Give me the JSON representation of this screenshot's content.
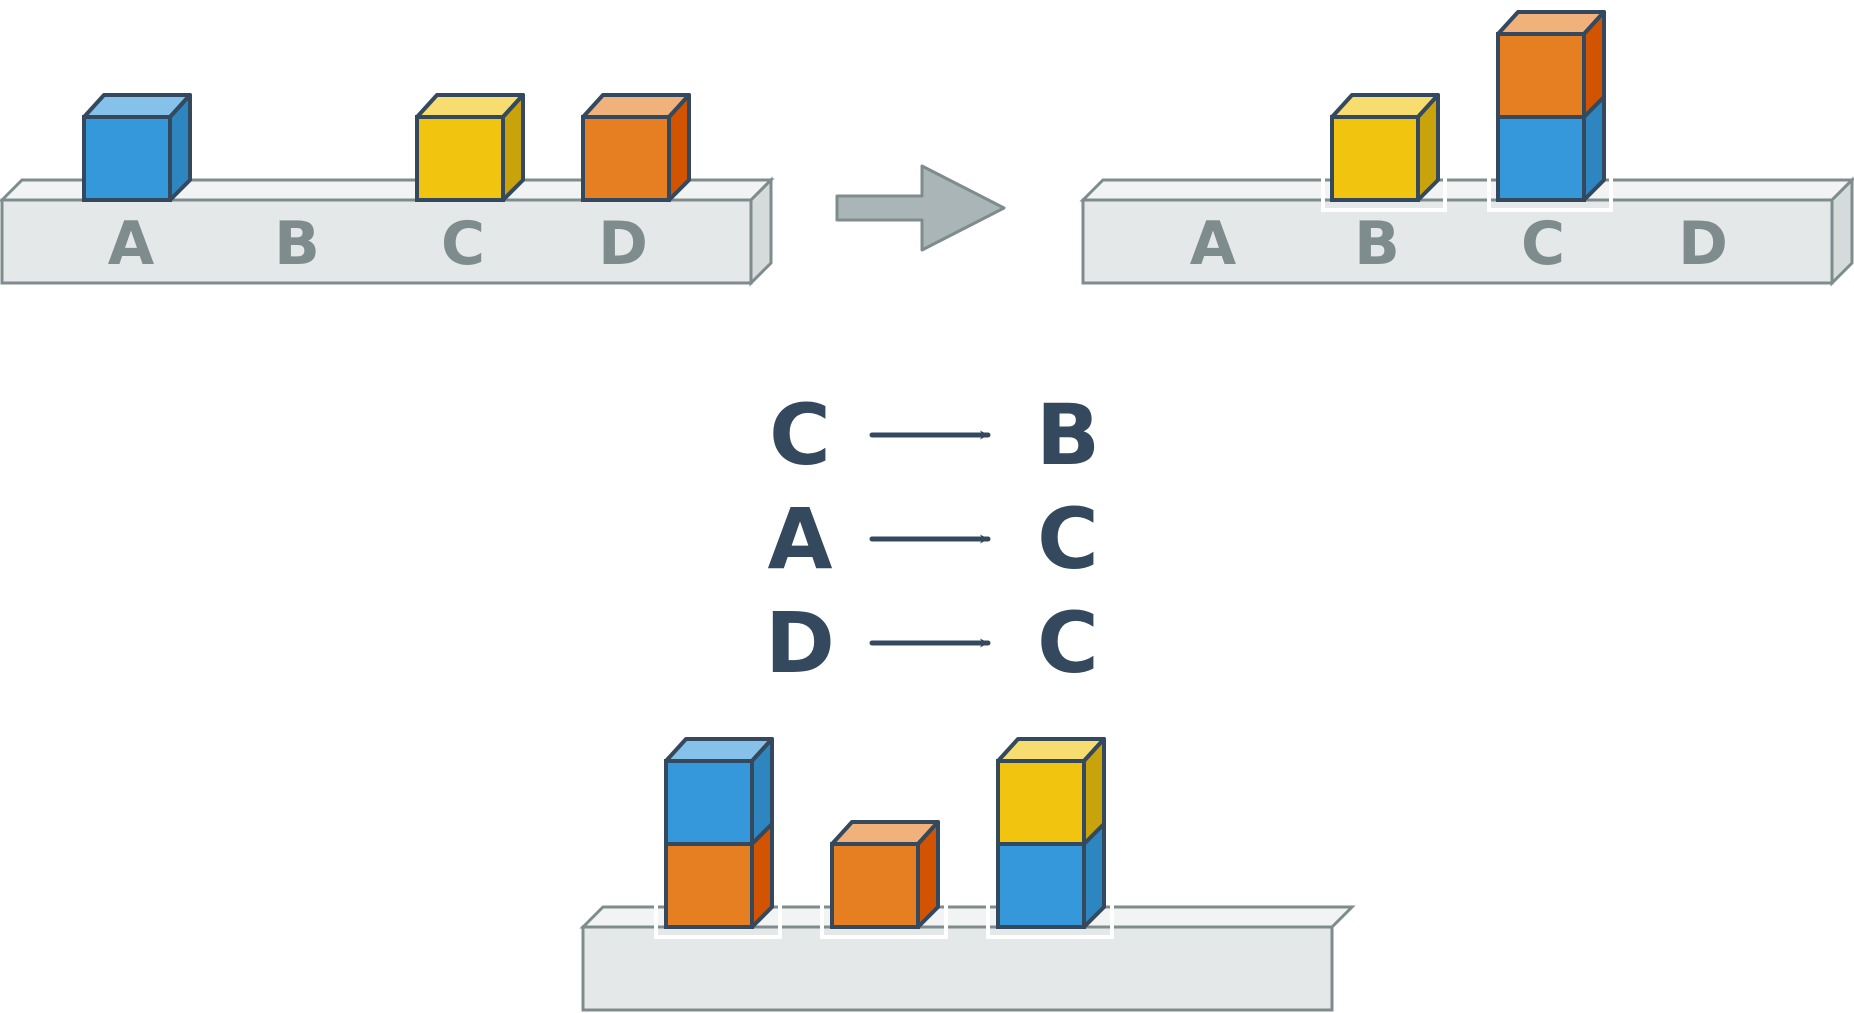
{
  "colors": {
    "blue": "#3498db",
    "yellow": "#f1c40f",
    "orange": "#e67e22",
    "shelf": "#e5e8e8",
    "shelf_outline": "#7f8c8d",
    "outline": "#34495e",
    "arrow": "#a9b5b6"
  },
  "initial_state": {
    "positions": [
      "A",
      "B",
      "C",
      "D"
    ],
    "stacks": {
      "A": [
        "blue"
      ],
      "B": [],
      "C": [
        "yellow"
      ],
      "D": [
        "orange"
      ]
    }
  },
  "result_state": {
    "positions": [
      "A",
      "B",
      "C",
      "D"
    ],
    "stacks": {
      "A": [],
      "B": [
        "yellow"
      ],
      "C": [
        "blue",
        "orange"
      ],
      "D": []
    }
  },
  "rules": [
    {
      "from": "C",
      "to": "B"
    },
    {
      "from": "A",
      "to": "C"
    },
    {
      "from": "D",
      "to": "C"
    }
  ],
  "bottom_state": {
    "stacks": [
      [
        "orange",
        "blue"
      ],
      [
        "orange"
      ],
      [
        "blue",
        "yellow"
      ]
    ]
  }
}
